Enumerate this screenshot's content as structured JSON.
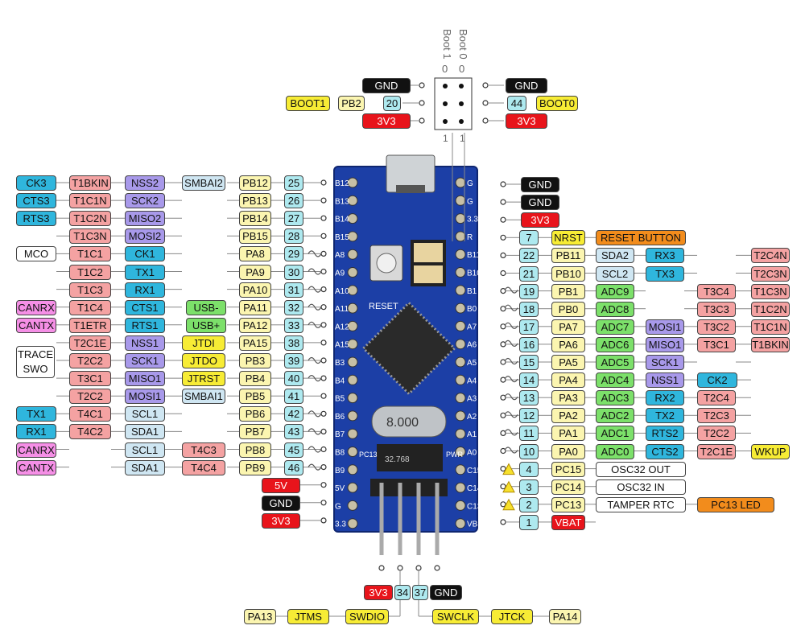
{
  "boot_header": {
    "col_labels": [
      "Boot 1",
      "Boot 0"
    ],
    "top_marks": [
      "0",
      "0"
    ],
    "bottom_marks": [
      "1",
      "1"
    ],
    "left_rows": [
      [
        {
          "t": "GND",
          "c": "black"
        }
      ],
      [
        {
          "t": "BOOT1",
          "c": "yellow"
        },
        {
          "t": "PB2",
          "c": "lyellow"
        },
        {
          "t": "20",
          "c": "cyan"
        }
      ],
      [
        {
          "t": "3V3",
          "c": "red"
        }
      ]
    ],
    "right_rows": [
      [
        {
          "t": "GND",
          "c": "black"
        }
      ],
      [
        {
          "t": "44",
          "c": "cyan"
        },
        {
          "t": "BOOT0",
          "c": "yellow"
        }
      ],
      [
        {
          "t": "3V3",
          "c": "red"
        }
      ]
    ]
  },
  "left_header": [
    {
      "pin": "25",
      "port": "PB12",
      "funcs": [
        {
          "t": "SMBAI2",
          "c": "lblue"
        },
        {
          "t": "NSS2",
          "c": "purple"
        },
        {
          "t": "T1BKIN",
          "c": "pink"
        },
        {
          "t": "CK3",
          "c": "blue"
        }
      ]
    },
    {
      "pin": "26",
      "port": "PB13",
      "funcs": [
        {
          "t": "SCK2",
          "c": "purple"
        },
        {
          "t": "T1C1N",
          "c": "pink"
        },
        {
          "t": "CTS3",
          "c": "blue"
        }
      ]
    },
    {
      "pin": "27",
      "port": "PB14",
      "funcs": [
        {
          "t": "MISO2",
          "c": "purple"
        },
        {
          "t": "T1C2N",
          "c": "pink"
        },
        {
          "t": "RTS3",
          "c": "blue"
        }
      ]
    },
    {
      "pin": "28",
      "port": "PB15",
      "funcs": [
        {
          "t": "MOSI2",
          "c": "purple"
        },
        {
          "t": "T1C3N",
          "c": "pink"
        }
      ]
    },
    {
      "pin": "29",
      "port": "PA8",
      "funcs": [
        {
          "t": "CK1",
          "c": "blue"
        },
        {
          "t": "T1C1",
          "c": "pink"
        },
        {
          "t": "MCO",
          "c": "white"
        }
      ]
    },
    {
      "pin": "30",
      "port": "PA9",
      "funcs": [
        {
          "t": "TX1",
          "c": "blue"
        },
        {
          "t": "T1C2",
          "c": "pink"
        }
      ]
    },
    {
      "pin": "31",
      "port": "PA10",
      "funcs": [
        {
          "t": "RX1",
          "c": "blue"
        },
        {
          "t": "T1C3",
          "c": "pink"
        }
      ]
    },
    {
      "pin": "32",
      "port": "PA11",
      "funcs": [
        {
          "t": "USB-",
          "c": "green"
        },
        {
          "t": "CTS1",
          "c": "blue"
        },
        {
          "t": "T1C4",
          "c": "pink"
        },
        {
          "t": "CANRX",
          "c": "magenta"
        }
      ]
    },
    {
      "pin": "33",
      "port": "PA12",
      "funcs": [
        {
          "t": "USB+",
          "c": "green"
        },
        {
          "t": "RTS1",
          "c": "blue"
        },
        {
          "t": "T1ETR",
          "c": "pink"
        },
        {
          "t": "CANTX",
          "c": "magenta"
        }
      ]
    },
    {
      "pin": "38",
      "port": "PA15",
      "funcs": [
        {
          "t": "JTDI",
          "c": "yellow"
        },
        {
          "t": "NSS1",
          "c": "purple"
        },
        {
          "t": "T2C1E",
          "c": "pink"
        }
      ]
    },
    {
      "pin": "39",
      "port": "PB3",
      "funcs": [
        {
          "t": "JTDO",
          "c": "yellow"
        },
        {
          "t": "SCK1",
          "c": "purple"
        },
        {
          "t": "T2C2",
          "c": "pink"
        },
        {
          "t": "TRACE SWO",
          "c": "white"
        }
      ]
    },
    {
      "pin": "40",
      "port": "PB4",
      "funcs": [
        {
          "t": "JTRST",
          "c": "yellow"
        },
        {
          "t": "MISO1",
          "c": "purple"
        },
        {
          "t": "T3C1",
          "c": "pink"
        }
      ]
    },
    {
      "pin": "41",
      "port": "PB5",
      "funcs": [
        {
          "t": "SMBAI1",
          "c": "lblue"
        },
        {
          "t": "MOSI1",
          "c": "purple"
        },
        {
          "t": "T2C2",
          "c": "pink"
        }
      ]
    },
    {
      "pin": "42",
      "port": "PB6",
      "funcs": [
        {
          "t": "SCL1",
          "c": "lblue"
        },
        {
          "t": "T4C1",
          "c": "pink"
        },
        {
          "t": "TX1",
          "c": "blue"
        }
      ]
    },
    {
      "pin": "43",
      "port": "PB7",
      "funcs": [
        {
          "t": "SDA1",
          "c": "lblue"
        },
        {
          "t": "T4C2",
          "c": "pink"
        },
        {
          "t": "RX1",
          "c": "blue"
        }
      ]
    },
    {
      "pin": "45",
      "port": "PB8",
      "funcs": [
        {
          "t": "T4C3",
          "c": "pink"
        },
        {
          "t": "SCL1",
          "c": "lblue"
        },
        {
          "t": "CANRX",
          "c": "magenta"
        }
      ]
    },
    {
      "pin": "46",
      "port": "PB9",
      "funcs": [
        {
          "t": "T4C4",
          "c": "pink"
        },
        {
          "t": "SDA1",
          "c": "lblue"
        },
        {
          "t": "CANTX",
          "c": "magenta"
        }
      ]
    },
    {
      "pin": "",
      "port": "",
      "funcs": [
        {
          "t": "5V",
          "c": "red"
        }
      ]
    },
    {
      "pin": "",
      "port": "",
      "funcs": [
        {
          "t": "GND",
          "c": "black"
        }
      ]
    },
    {
      "pin": "",
      "port": "",
      "funcs": [
        {
          "t": "3V3",
          "c": "red"
        }
      ]
    }
  ],
  "right_header": [
    {
      "pin": "",
      "port": "",
      "funcs": [
        {
          "t": "GND",
          "c": "black"
        }
      ]
    },
    {
      "pin": "",
      "port": "",
      "funcs": [
        {
          "t": "GND",
          "c": "black"
        }
      ]
    },
    {
      "pin": "",
      "port": "",
      "funcs": [
        {
          "t": "3V3",
          "c": "red"
        }
      ]
    },
    {
      "pin": "7",
      "port": "NRST",
      "funcs": [
        {
          "t": "RESET BUTTON",
          "c": "orange"
        }
      ]
    },
    {
      "pin": "22",
      "port": "PB11",
      "funcs": [
        {
          "t": "SDA2",
          "c": "lblue"
        },
        {
          "t": "RX3",
          "c": "blue"
        },
        {
          "t": "T2C4N",
          "c": "pink"
        }
      ]
    },
    {
      "pin": "21",
      "port": "PB10",
      "funcs": [
        {
          "t": "SCL2",
          "c": "lblue"
        },
        {
          "t": "TX3",
          "c": "blue"
        },
        {
          "t": "T2C3N",
          "c": "pink"
        }
      ]
    },
    {
      "pin": "19",
      "port": "PB1",
      "funcs": [
        {
          "t": "ADC9",
          "c": "green"
        },
        {
          "t": "T3C4",
          "c": "pink"
        },
        {
          "t": "T1C3N",
          "c": "pink"
        }
      ]
    },
    {
      "pin": "18",
      "port": "PB0",
      "funcs": [
        {
          "t": "ADC8",
          "c": "green"
        },
        {
          "t": "T3C3",
          "c": "pink"
        },
        {
          "t": "T1C2N",
          "c": "pink"
        }
      ]
    },
    {
      "pin": "17",
      "port": "PA7",
      "funcs": [
        {
          "t": "ADC7",
          "c": "green"
        },
        {
          "t": "MOSI1",
          "c": "purple"
        },
        {
          "t": "T3C2",
          "c": "pink"
        },
        {
          "t": "T1C1N",
          "c": "pink"
        }
      ]
    },
    {
      "pin": "16",
      "port": "PA6",
      "funcs": [
        {
          "t": "ADC6",
          "c": "green"
        },
        {
          "t": "MISO1",
          "c": "purple"
        },
        {
          "t": "T3C1",
          "c": "pink"
        },
        {
          "t": "T1BKIN",
          "c": "pink"
        }
      ]
    },
    {
      "pin": "15",
      "port": "PA5",
      "funcs": [
        {
          "t": "ADC5",
          "c": "green"
        },
        {
          "t": "SCK1",
          "c": "purple"
        }
      ]
    },
    {
      "pin": "14",
      "port": "PA4",
      "funcs": [
        {
          "t": "ADC4",
          "c": "green"
        },
        {
          "t": "NSS1",
          "c": "purple"
        },
        {
          "t": "CK2",
          "c": "blue"
        }
      ]
    },
    {
      "pin": "13",
      "port": "PA3",
      "funcs": [
        {
          "t": "ADC3",
          "c": "green"
        },
        {
          "t": "RX2",
          "c": "blue"
        },
        {
          "t": "T2C4",
          "c": "pink"
        }
      ]
    },
    {
      "pin": "12",
      "port": "PA2",
      "funcs": [
        {
          "t": "ADC2",
          "c": "green"
        },
        {
          "t": "TX2",
          "c": "blue"
        },
        {
          "t": "T2C3",
          "c": "pink"
        }
      ]
    },
    {
      "pin": "11",
      "port": "PA1",
      "funcs": [
        {
          "t": "ADC1",
          "c": "green"
        },
        {
          "t": "RTS2",
          "c": "blue"
        },
        {
          "t": "T2C2",
          "c": "pink"
        }
      ]
    },
    {
      "pin": "10",
      "port": "PA0",
      "funcs": [
        {
          "t": "ADC0",
          "c": "green"
        },
        {
          "t": "CTS2",
          "c": "blue"
        },
        {
          "t": "T2C1E",
          "c": "pink"
        },
        {
          "t": "WKUP",
          "c": "yellow"
        }
      ]
    },
    {
      "pin": "4",
      "port": "PC15",
      "funcs": [
        {
          "t": "OSC32 OUT",
          "c": "white"
        }
      ]
    },
    {
      "pin": "3",
      "port": "PC14",
      "funcs": [
        {
          "t": "OSC32 IN",
          "c": "white"
        }
      ]
    },
    {
      "pin": "2",
      "port": "PC13",
      "funcs": [
        {
          "t": "TAMPER RTC",
          "c": "white"
        },
        {
          "t": "PC13 LED",
          "c": "orange"
        }
      ]
    },
    {
      "pin": "1",
      "port": "VBAT",
      "funcs": []
    }
  ],
  "swd_header": {
    "top": [
      {
        "t": "3V3",
        "c": "red"
      },
      {
        "t": "34",
        "c": "cyan"
      },
      {
        "t": "37",
        "c": "cyan"
      },
      {
        "t": "GND",
        "c": "black"
      }
    ],
    "bottom_left": [
      {
        "t": "PA13",
        "c": "lyellow"
      },
      {
        "t": "JTMS",
        "c": "yellow"
      },
      {
        "t": "SWDIO",
        "c": "yellow"
      }
    ],
    "bottom_right": [
      {
        "t": "SWCLK",
        "c": "yellow"
      },
      {
        "t": "JTCK",
        "c": "yellow"
      },
      {
        "t": "PA14",
        "c": "lyellow"
      }
    ]
  },
  "board": {
    "silkscreen_left": [
      "B12",
      "B13",
      "B14",
      "B15",
      "A8",
      "A9",
      "A10",
      "A11",
      "A12",
      "A15",
      "B3",
      "B4",
      "B5",
      "B6",
      "B7",
      "B8",
      "B9",
      "5V",
      "G",
      "3.3"
    ],
    "silkscreen_right": [
      "G",
      "G",
      "3.3",
      "R",
      "B11",
      "B10",
      "B1",
      "B0",
      "A7",
      "A6",
      "A5",
      "A4",
      "A3",
      "A2",
      "A1",
      "A0",
      "C15",
      "C14",
      "C13",
      "VB"
    ],
    "reset_label": "RESET",
    "crystal_label": "8.000",
    "pc13_label": "PC13",
    "pwr_label": "PWR",
    "osc_label": "32.768"
  },
  "colors": {
    "black": "#111111",
    "red": "#e8141b",
    "yellow": "#f7ec35",
    "lyellow": "#fbf5b0",
    "cyan": "#aee9ef",
    "blue": "#2fb6dd",
    "pink": "#f4a2a2",
    "purple": "#a899ea",
    "green": "#7ce06a",
    "lblue": "#cfe6f2",
    "white": "#ffffff",
    "orange": "#f28c1c",
    "magenta": "#f58fe6",
    "board": "#1c3fa6"
  }
}
